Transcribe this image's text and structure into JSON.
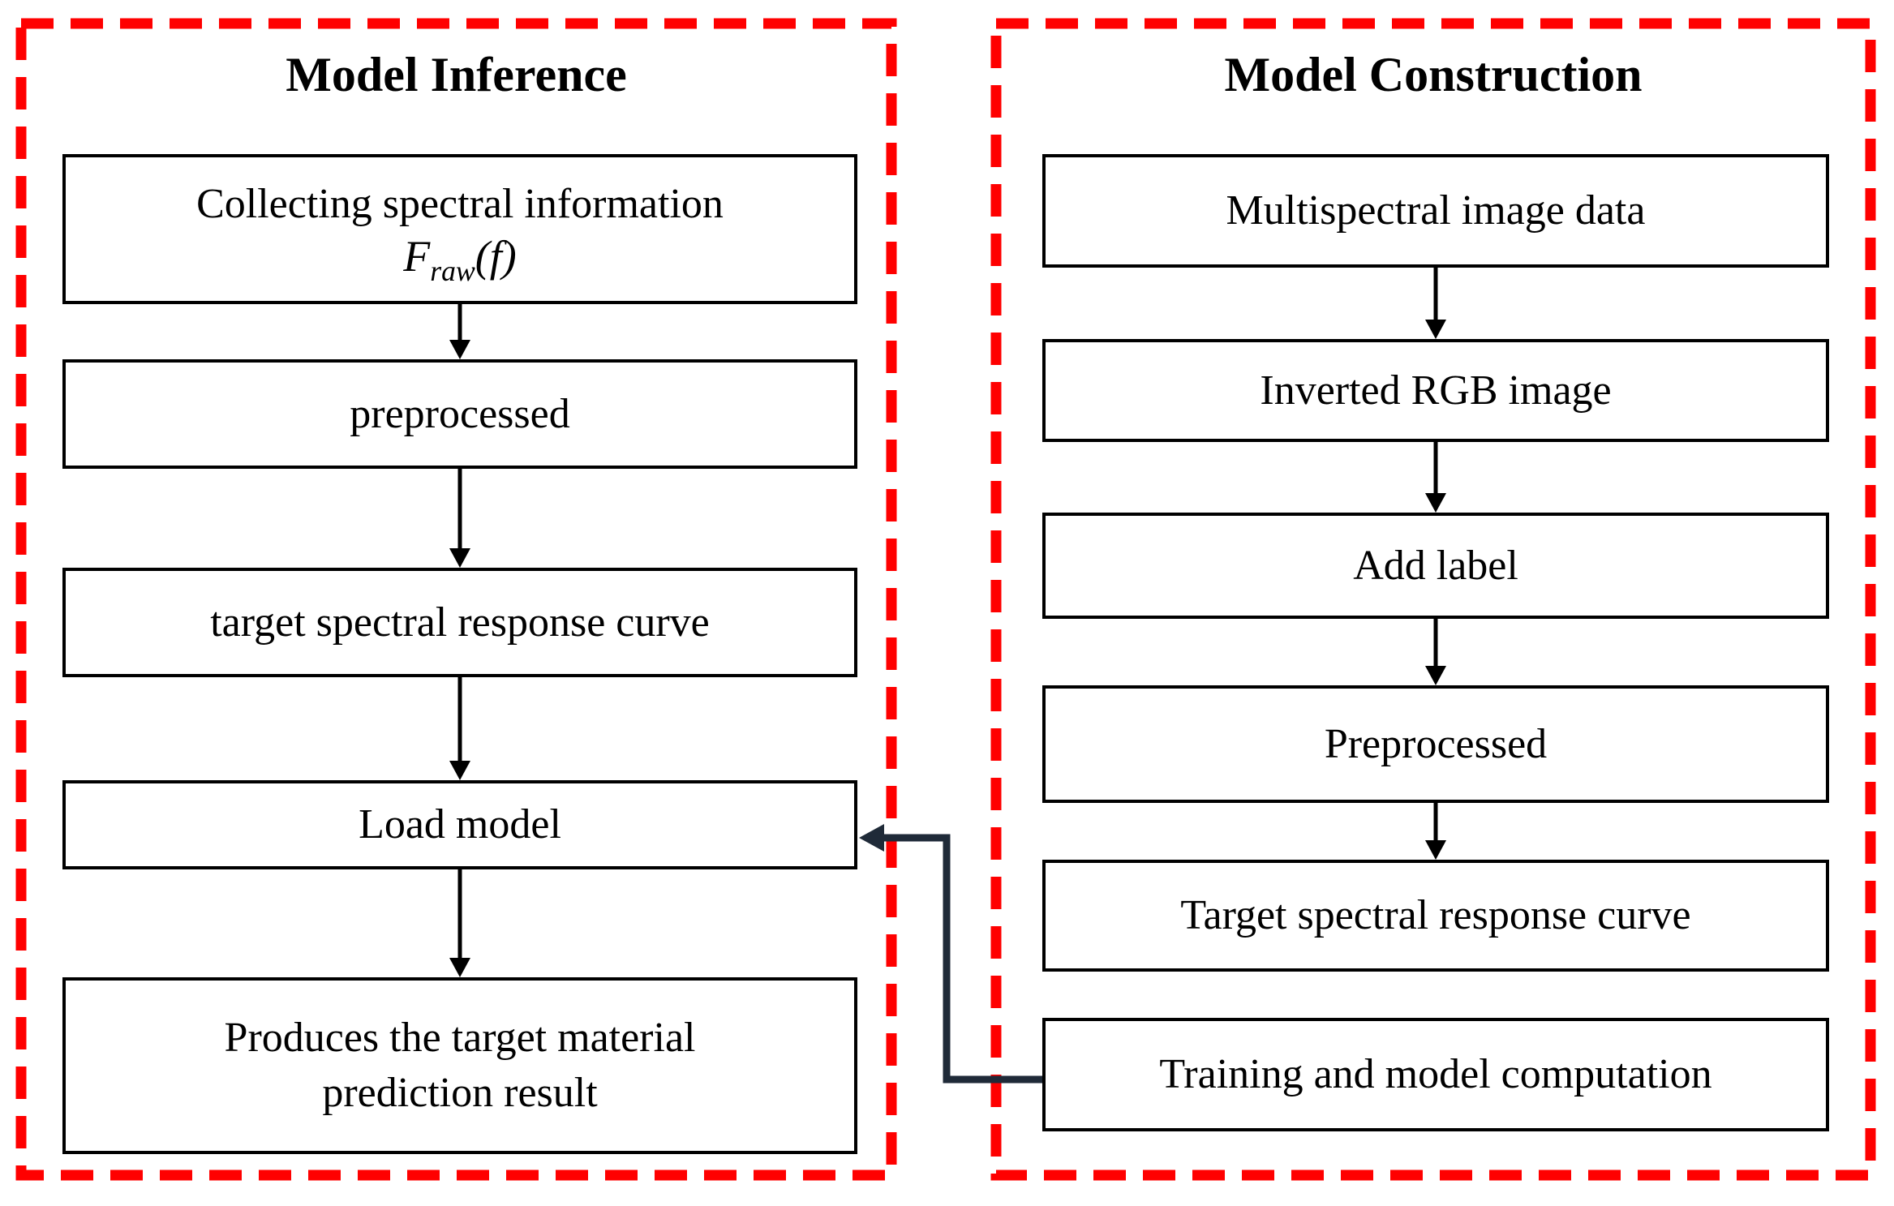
{
  "colors": {
    "background": "#ffffff",
    "panel_border": "#ff0000",
    "box_border": "#000000",
    "box_fill": "#ffffff",
    "flow_arrow": "#000000",
    "feedback_connector": "#1f2a38",
    "text": "#000000"
  },
  "panels": {
    "inference": {
      "title": "Model Inference",
      "steps": [
        {
          "line1": "Collecting spectral information",
          "formula": {
            "base": "F",
            "sub": "raw",
            "arg": "(f)"
          }
        },
        {
          "label": "preprocessed"
        },
        {
          "label": "target spectral response curve"
        },
        {
          "label": "Load model"
        },
        {
          "line1": "Produces the target material",
          "line2": "prediction result"
        }
      ]
    },
    "construction": {
      "title": "Model Construction",
      "steps": [
        {
          "label": "Multispectral image data"
        },
        {
          "label": "Inverted RGB image"
        },
        {
          "label": "Add label"
        },
        {
          "label": "Preprocessed"
        },
        {
          "label": "Target spectral response curve"
        },
        {
          "label": "Training and model computation"
        }
      ]
    }
  }
}
